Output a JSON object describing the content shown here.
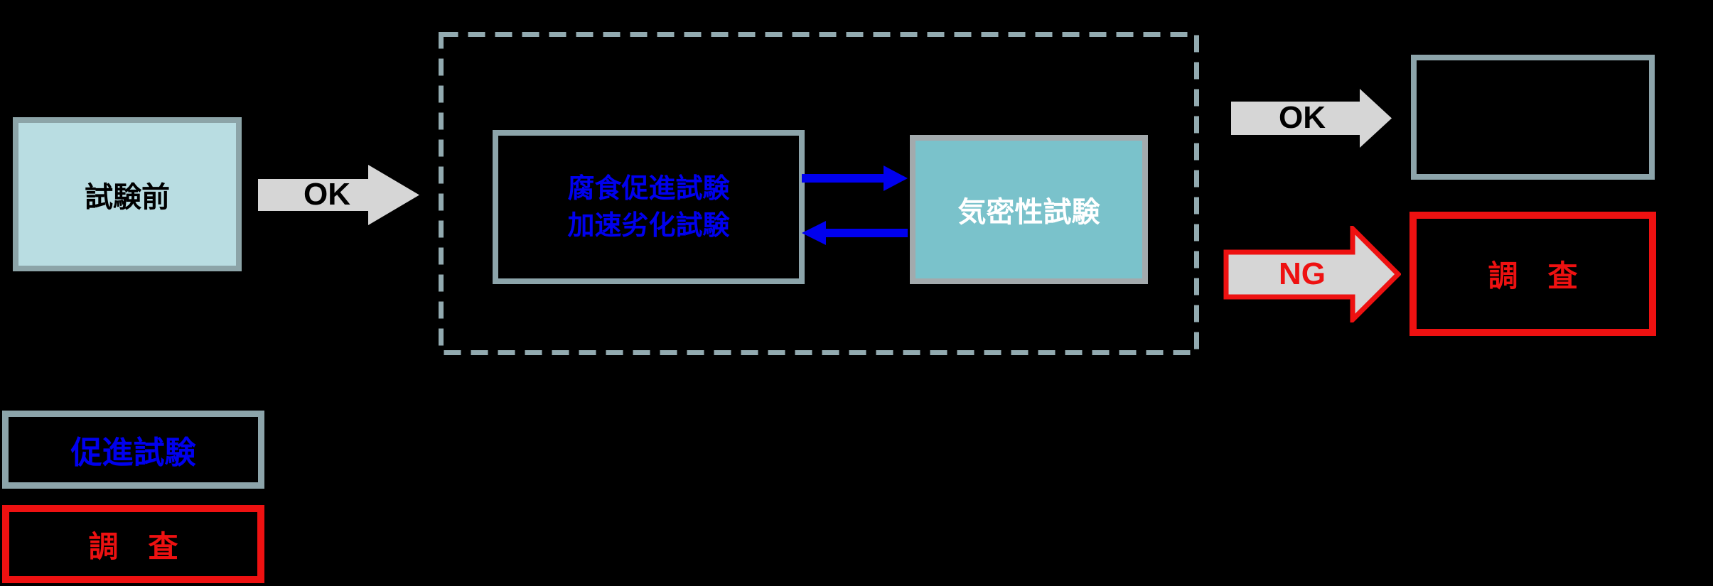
{
  "diagram": {
    "boxes": {
      "pretest": "試験前",
      "corrosion_line1": "腐食促進試験",
      "corrosion_line2": "加速劣化試験",
      "airtight": "気密性試験",
      "investigate": "調　査"
    },
    "arrows": {
      "ok1": "OK",
      "ok2": "OK",
      "ng": "NG"
    },
    "legend": {
      "accelerated": "促進試験",
      "investigate": "調　査"
    },
    "colors": {
      "background": "#000000",
      "pretest_fill": "#b9dde2",
      "pretest_border": "#8ca4a8",
      "box_border": "#8ca4aa",
      "dashed_border": "#92aab0",
      "airtight_fill": "#7ac2cb",
      "airtight_border": "#a3aaad",
      "arrow_gray": "#d6d6d6",
      "blue": "#0000ee",
      "red": "#ee1111",
      "text_black": "#000000",
      "text_white": "#ffffff"
    }
  }
}
